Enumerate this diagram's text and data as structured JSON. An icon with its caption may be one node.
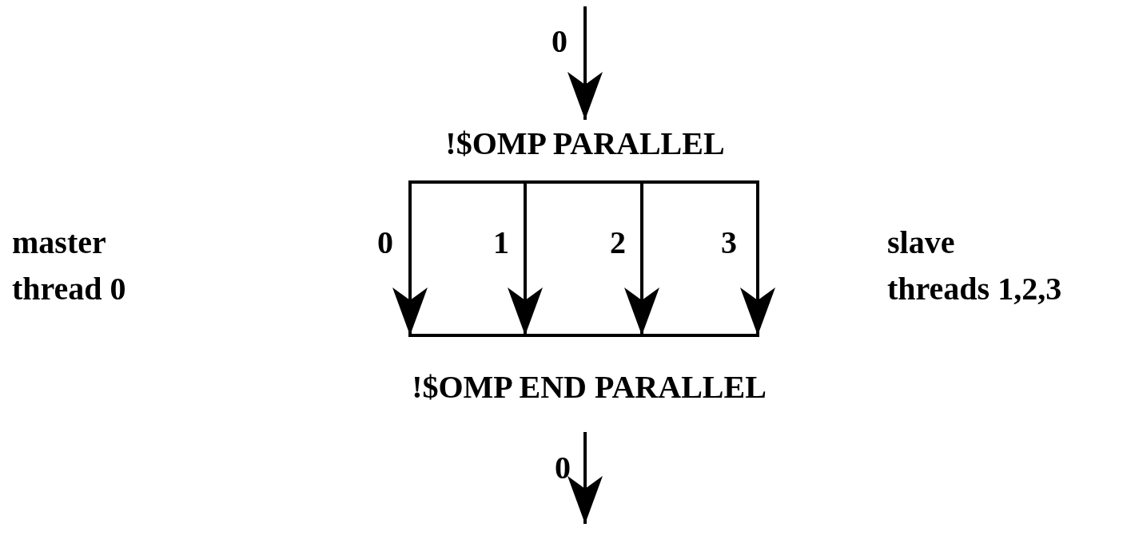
{
  "diagram": {
    "nodes": [
      {
        "text": [
          "!$OMP PARALLEL"
        ]
      },
      {
        "text": [
          "!$OMP END PARALLEL"
        ]
      },
      {
        "text": [],
        "shape": "bar"
      },
      {
        "text": [],
        "shape": "bar"
      }
    ],
    "edges": [
      {
        "from": null,
        "to": 0,
        "arrow": "to",
        "label": "0"
      },
      {
        "from": 2,
        "to": 3,
        "arrow": "to",
        "label": "0"
      },
      {
        "from": 2,
        "to": 3,
        "arrow": "to",
        "label": "1"
      },
      {
        "from": 2,
        "to": 3,
        "arrow": "to",
        "label": "2"
      },
      {
        "from": 2,
        "to": 3,
        "arrow": "to",
        "label": "3"
      },
      {
        "from": 1,
        "to": null,
        "arrow": "to",
        "label": "0"
      }
    ],
    "labels": [
      "master",
      "thread 0",
      "slave",
      "threads 1,2,3"
    ]
  }
}
